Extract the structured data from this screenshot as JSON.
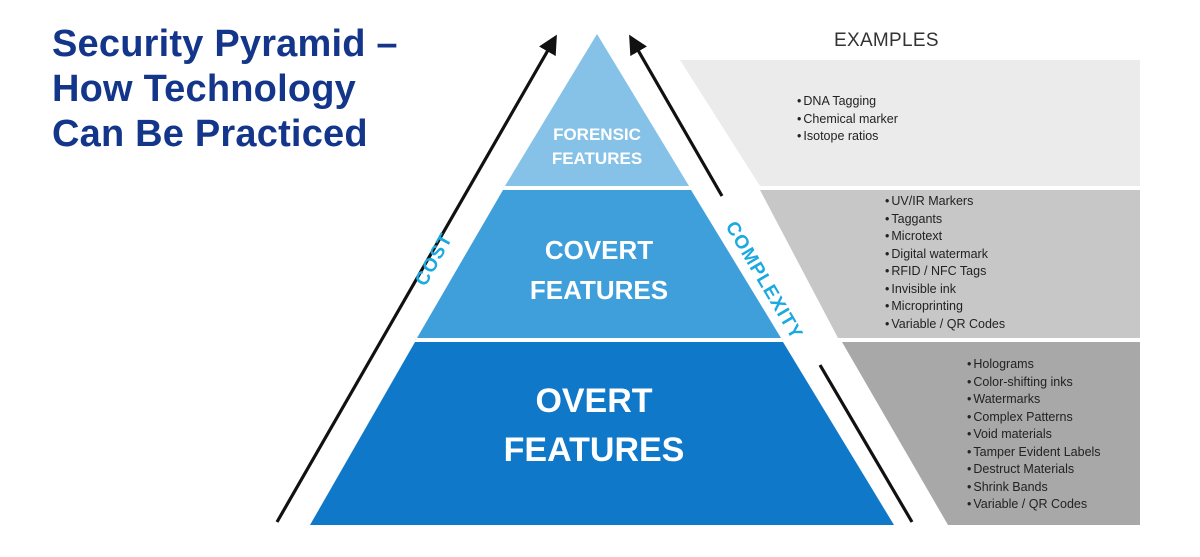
{
  "title": {
    "line1": "Security Pyramid –",
    "line2": "How Technology",
    "line3": "Can Be Practiced"
  },
  "examples_heading": "EXAMPLES",
  "axes": {
    "left": "COST",
    "right": "COMPLEXITY"
  },
  "tiers": [
    {
      "line1": "FORENSIC",
      "line2": "FEATURES",
      "color": "#86c2e8",
      "examples": [
        "DNA Tagging",
        "Chemical marker",
        "Isotope ratios"
      ],
      "panel_color": "#ebebeb"
    },
    {
      "line1": "COVERT",
      "line2": "FEATURES",
      "color": "#3f9fdb",
      "examples": [
        "UV/IR Markers",
        "Taggants",
        "Microtext",
        "Digital watermark",
        "RFID / NFC Tags",
        "Invisible ink",
        "Microprinting",
        "Variable / QR Codes"
      ],
      "panel_color": "#c7c7c7"
    },
    {
      "line1": "OVERT",
      "line2": "FEATURES",
      "color": "#0f78c9",
      "examples": [
        "Holograms",
        "Color-shifting inks",
        "Watermarks",
        "Complex Patterns",
        "Void materials",
        "Tamper Evident Labels",
        "Destruct Materials",
        "Shrink Bands",
        "Variable / QR Codes"
      ],
      "panel_color": "#a8a8a8"
    }
  ],
  "colors": {
    "title": "#14368a",
    "axis_label": "#1aa9e0",
    "arrow": "#111111"
  }
}
